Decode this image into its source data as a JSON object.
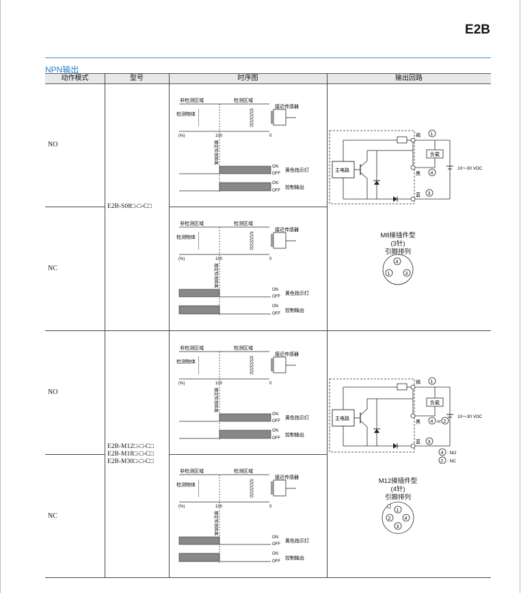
{
  "page": {
    "brand": "E2B",
    "section": "NPN输出"
  },
  "table": {
    "headers": [
      "动作模式",
      "型号",
      "时序图",
      "输出回路"
    ],
    "modes": [
      "NO",
      "NC",
      "NO",
      "NC"
    ],
    "models_1": [
      "E2B-S08□-□-C□"
    ],
    "models_2": [
      "E2B-M12□-□-C□",
      "E2B-M18□-□-C□",
      "E2B-M30□-□-C□"
    ]
  },
  "timing": {
    "non_detect": "非检测区域",
    "detect": "检测区域",
    "object": "检测物体",
    "sensor": "接近传感器",
    "pct": "(%)",
    "v100": "100",
    "v0": "0",
    "rated": "额定检测距离",
    "on": "ON",
    "off": "OFF",
    "indicator": "黄色指示灯",
    "control": "控制输出"
  },
  "circuit": {
    "main": "主电路",
    "brown": "褐",
    "black": "黑",
    "blue": "蓝",
    "load": "负载",
    "voltage": "10～30 VDC",
    "n1": "1",
    "n2": "2",
    "n3": "3",
    "n4": "4",
    "or": "or",
    "legend_no": ": NO",
    "legend_nc": ": NC"
  },
  "pins": {
    "m8": [
      "M8接插件型",
      "(3针)",
      "引脚排列"
    ],
    "m12": [
      "M12接插件型",
      "(4针)",
      "引脚排列"
    ]
  }
}
